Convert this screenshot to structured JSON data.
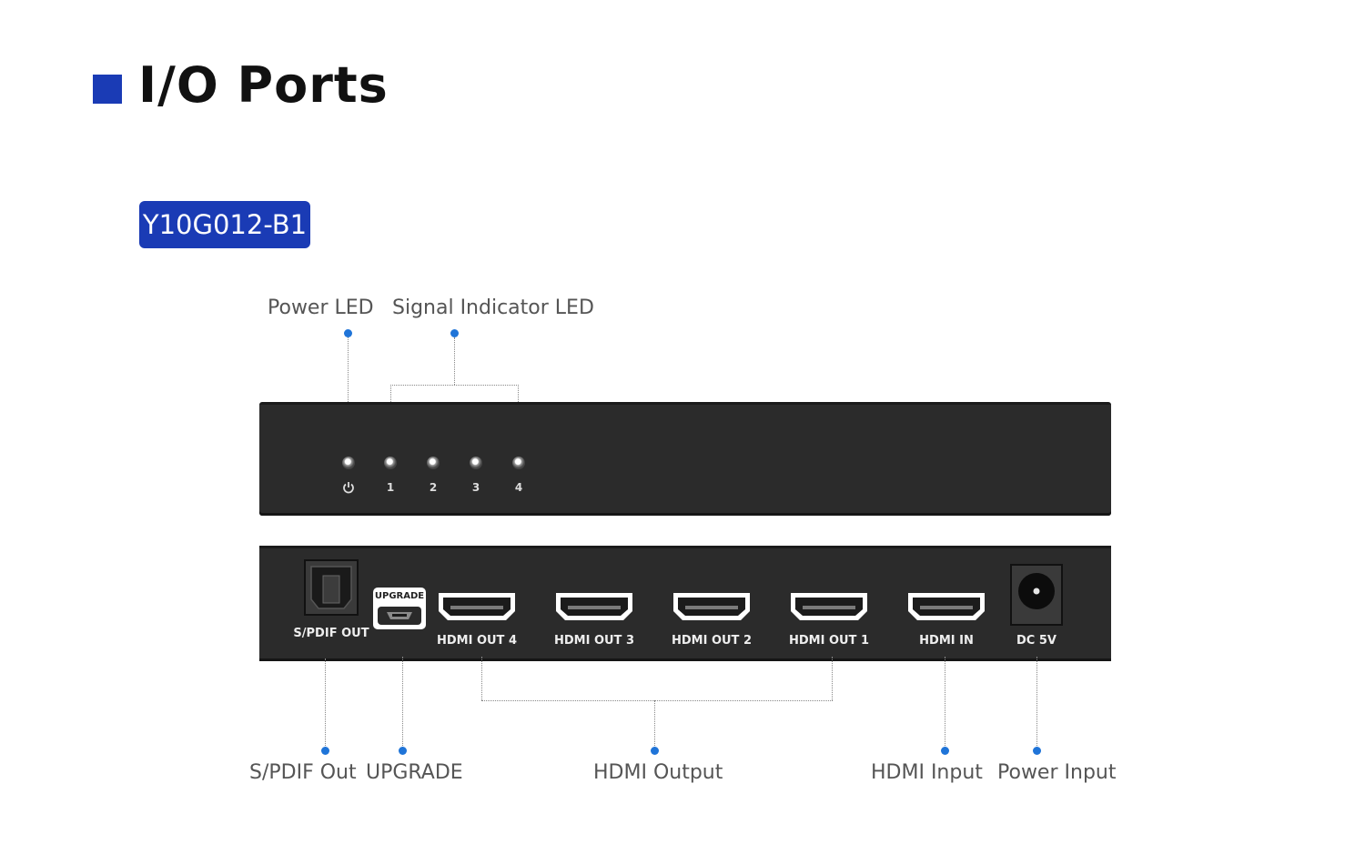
{
  "header": {
    "title": "I/O Ports",
    "model": "Y10G012-B1"
  },
  "front_callouts": {
    "power_led": "Power LED",
    "signal_led": "Signal Indicator LED"
  },
  "front_panel": {
    "led_labels": [
      "1",
      "2",
      "3",
      "4"
    ]
  },
  "rear_panel": {
    "spdif": "S/PDIF OUT",
    "upgrade": "UPGRADE",
    "ports": [
      "HDMI OUT 4",
      "HDMI OUT 3",
      "HDMI OUT 2",
      "HDMI OUT 1",
      "HDMI IN"
    ],
    "dc": "DC 5V"
  },
  "rear_callouts": {
    "spdif_out": "S/PDIF Out",
    "upgrade": "UPGRADE",
    "hdmi_output": "HDMI Output",
    "hdmi_input": "HDMI Input",
    "power_input": "Power Input"
  },
  "colors": {
    "accent": "#1a3bb5",
    "dot": "#1f74d8",
    "panel": "#2b2b2b"
  }
}
